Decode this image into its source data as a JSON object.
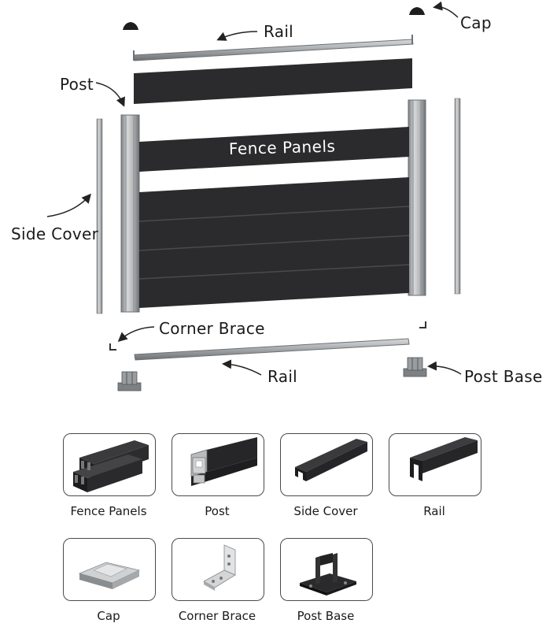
{
  "diagram": {
    "labels": {
      "rail_top": "Rail",
      "cap": "Cap",
      "post": "Post",
      "fence_panels": "Fence Panels",
      "side_cover": "Side Cover",
      "corner_brace": "Corner Brace",
      "rail_bottom": "Rail",
      "post_base": "Post Base"
    }
  },
  "parts": [
    {
      "label": "Fence Panels",
      "icon": "fence-panel-icon"
    },
    {
      "label": "Post",
      "icon": "post-profile-icon"
    },
    {
      "label": "Side Cover",
      "icon": "side-cover-icon"
    },
    {
      "label": "Rail",
      "icon": "rail-icon"
    },
    {
      "label": "Cap",
      "icon": "cap-icon"
    },
    {
      "label": "Corner Brace",
      "icon": "corner-brace-icon"
    },
    {
      "label": "Post Base",
      "icon": "post-base-icon"
    }
  ],
  "colors": {
    "panel": "#2b2b2d",
    "aluminum": "#a9abad",
    "label": "#1a1a1a"
  }
}
